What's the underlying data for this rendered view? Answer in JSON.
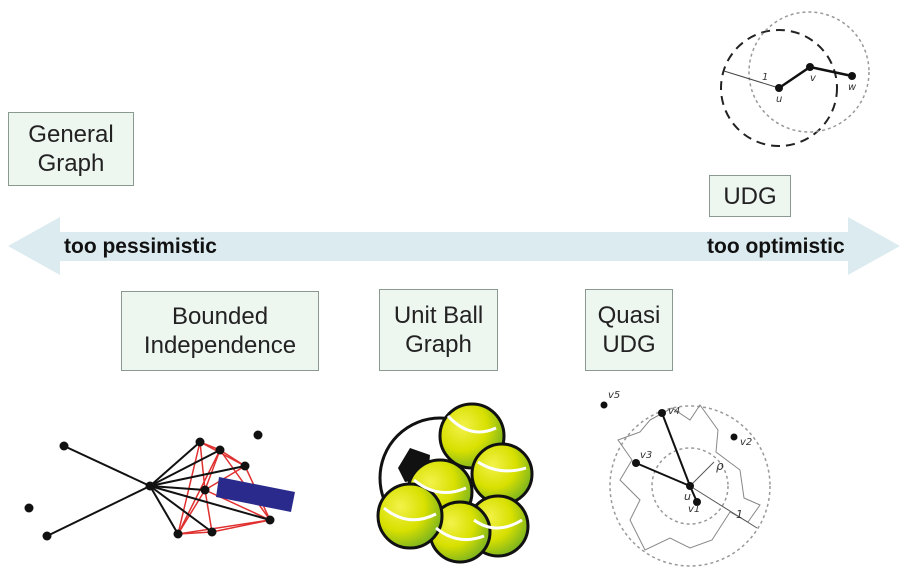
{
  "spectrum": {
    "left_label": "too pessimistic",
    "right_label": "too optimistic",
    "arrow_color": "#dcebef"
  },
  "models": {
    "general_graph": {
      "line1": "General",
      "line2": "Graph"
    },
    "bounded_independence": {
      "line1": "Bounded",
      "line2": "Independence"
    },
    "unit_ball_graph": {
      "line1": "Unit Ball",
      "line2": "Graph"
    },
    "quasi_udg": {
      "line1": "Quasi",
      "line2": "UDG"
    },
    "udg": {
      "line1": "UDG"
    }
  },
  "udg_illustration": {
    "radius_label": "1",
    "nodes": [
      "u",
      "v",
      "w"
    ]
  },
  "quasi_udg_illustration": {
    "nodes": [
      "v1",
      "v2",
      "v3",
      "v4",
      "v5",
      "u"
    ],
    "rho_label": "ρ",
    "radius_label": "1"
  },
  "colors": {
    "box_fill": "#eef6f0",
    "red_edges": "#e03030",
    "obstacle": "#2a2a8c",
    "ball_yellow": "#d8e000",
    "ball_green": "#7ab320"
  }
}
